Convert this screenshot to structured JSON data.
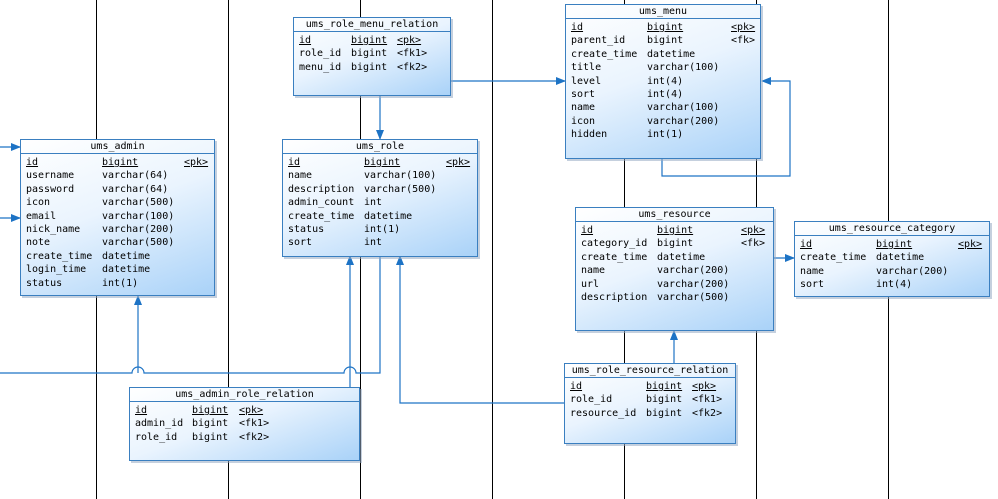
{
  "colors": {
    "line": "#1d73c5",
    "border": "#3a7fc0",
    "fill_top": "#ffffff",
    "fill_bottom": "#a9d2f8"
  },
  "tables": [
    {
      "id": "ums_role_menu_relation",
      "name": "ums_role_menu_relation",
      "columns": [
        {
          "name": "id",
          "type": "bigint",
          "key": "<pk>",
          "pk": true
        },
        {
          "name": "role_id",
          "type": "bigint",
          "key": "<fk1>"
        },
        {
          "name": "menu_id",
          "type": "bigint",
          "key": "<fk2>"
        }
      ]
    },
    {
      "id": "ums_menu",
      "name": "ums_menu",
      "columns": [
        {
          "name": "id",
          "type": "bigint",
          "key": "<pk>",
          "pk": true
        },
        {
          "name": "parent_id",
          "type": "bigint",
          "key": "<fk>"
        },
        {
          "name": "create_time",
          "type": "datetime",
          "key": ""
        },
        {
          "name": "title",
          "type": "varchar(100)",
          "key": ""
        },
        {
          "name": "level",
          "type": "int(4)",
          "key": ""
        },
        {
          "name": "sort",
          "type": "int(4)",
          "key": ""
        },
        {
          "name": "name",
          "type": "varchar(100)",
          "key": ""
        },
        {
          "name": "icon",
          "type": "varchar(200)",
          "key": ""
        },
        {
          "name": "hidden",
          "type": "int(1)",
          "key": ""
        }
      ]
    },
    {
      "id": "ums_admin",
      "name": "ums_admin",
      "columns": [
        {
          "name": "id",
          "type": "bigint",
          "key": "<pk>",
          "pk": true
        },
        {
          "name": "username",
          "type": "varchar(64)",
          "key": ""
        },
        {
          "name": "password",
          "type": "varchar(64)",
          "key": ""
        },
        {
          "name": "icon",
          "type": "varchar(500)",
          "key": ""
        },
        {
          "name": "email",
          "type": "varchar(100)",
          "key": ""
        },
        {
          "name": "nick_name",
          "type": "varchar(200)",
          "key": ""
        },
        {
          "name": "note",
          "type": "varchar(500)",
          "key": ""
        },
        {
          "name": "create_time",
          "type": "datetime",
          "key": ""
        },
        {
          "name": "login_time",
          "type": "datetime",
          "key": ""
        },
        {
          "name": "status",
          "type": "int(1)",
          "key": ""
        }
      ]
    },
    {
      "id": "ums_role",
      "name": "ums_role",
      "columns": [
        {
          "name": "id",
          "type": "bigint",
          "key": "<pk>",
          "pk": true
        },
        {
          "name": "name",
          "type": "varchar(100)",
          "key": ""
        },
        {
          "name": "description",
          "type": "varchar(500)",
          "key": ""
        },
        {
          "name": "admin_count",
          "type": "int",
          "key": ""
        },
        {
          "name": "create_time",
          "type": "datetime",
          "key": ""
        },
        {
          "name": "status",
          "type": "int(1)",
          "key": ""
        },
        {
          "name": "sort",
          "type": "int",
          "key": ""
        }
      ]
    },
    {
      "id": "ums_resource",
      "name": "ums_resource",
      "columns": [
        {
          "name": "id",
          "type": "bigint",
          "key": "<pk>",
          "pk": true
        },
        {
          "name": "category_id",
          "type": "bigint",
          "key": "<fk>"
        },
        {
          "name": "create_time",
          "type": "datetime",
          "key": ""
        },
        {
          "name": "name",
          "type": "varchar(200)",
          "key": ""
        },
        {
          "name": "url",
          "type": "varchar(200)",
          "key": ""
        },
        {
          "name": "description",
          "type": "varchar(500)",
          "key": ""
        }
      ]
    },
    {
      "id": "ums_resource_category",
      "name": "ums_resource_category",
      "columns": [
        {
          "name": "id",
          "type": "bigint",
          "key": "<pk>",
          "pk": true
        },
        {
          "name": "create_time",
          "type": "datetime",
          "key": ""
        },
        {
          "name": "name",
          "type": "varchar(200)",
          "key": ""
        },
        {
          "name": "sort",
          "type": "int(4)",
          "key": ""
        }
      ]
    },
    {
      "id": "ums_admin_role_relation",
      "name": "ums_admin_role_relation",
      "columns": [
        {
          "name": "id",
          "type": "bigint",
          "key": "<pk>",
          "pk": true
        },
        {
          "name": "admin_id",
          "type": "bigint",
          "key": "<fk1>"
        },
        {
          "name": "role_id",
          "type": "bigint",
          "key": "<fk2>"
        }
      ]
    },
    {
      "id": "ums_role_resource_relation",
      "name": "ums_role_resource_relation",
      "columns": [
        {
          "name": "id",
          "type": "bigint",
          "key": "<pk>",
          "pk": true
        },
        {
          "name": "role_id",
          "type": "bigint",
          "key": "<fk1>"
        },
        {
          "name": "resource_id",
          "type": "bigint",
          "key": "<fk2>"
        }
      ]
    }
  ]
}
